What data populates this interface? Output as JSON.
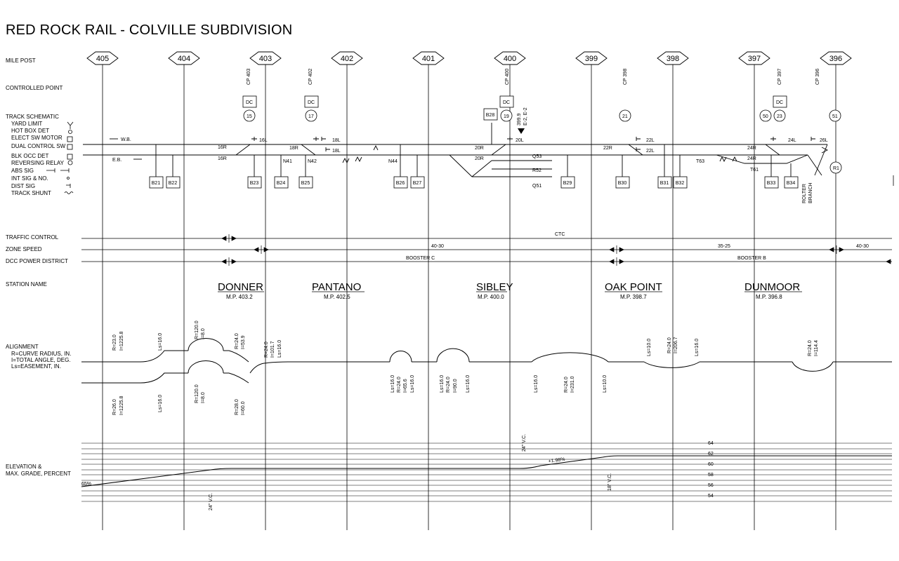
{
  "title": "RED ROCK RAIL - COLVILLE SUBDIVISION",
  "row_labels": {
    "mile_post": "MILE POST",
    "controlled_point": "CONTROLLED POINT",
    "track_schematic": "TRACK SCHEMATIC",
    "yard_limit": "YARD LIMIT",
    "hot_box": "HOT BOX DET",
    "elect_sw": "ELECT SW MOTOR",
    "dual_control": "DUAL CONTROL SW",
    "blk_occ": "BLK OCC DET",
    "reversing": "REVERSING RELAY",
    "abs_sig": "ABS SIG",
    "int_sig": "INT SIG & NO.",
    "dist_sig": "DIST SIG",
    "track_shunt": "TRACK SHUNT",
    "traffic_control": "TRAFFIC CONTROL",
    "zone_speed": "ZONE SPEED",
    "dcc_power": "DCC POWER DISTRICT",
    "station_name": "STATION NAME",
    "alignment": "ALIGNMENT",
    "alignment_r": "R=CURVE RADIUS, IN.",
    "alignment_i": "I=TOTAL ANGLE, DEG.",
    "alignment_ls": "Ls=EASEMENT, IN.",
    "elevation": "ELEVATION &",
    "max_grade": "MAX. GRADE, PERCENT"
  },
  "mileposts": [
    "405",
    "404",
    "403",
    "402",
    "401",
    "400",
    "399",
    "398",
    "397",
    "396"
  ],
  "controlled_points": [
    "CP 403",
    "CP 402",
    "CP 400",
    "CP 398",
    "CP 397",
    "CP 396"
  ],
  "dc_label": "DC",
  "signals": [
    "15",
    "17",
    "19",
    "21",
    "23",
    "50",
    "51"
  ],
  "relay": "R1",
  "direction": {
    "wb": "W.B.",
    "eb": "E.B."
  },
  "switches": [
    "16R",
    "16R",
    "16L",
    "18R",
    "18L",
    "18L",
    "20R",
    "20R",
    "20L",
    "22R",
    "22L",
    "22L",
    "24R",
    "24R",
    "24L",
    "26L"
  ],
  "blocks": [
    "B21",
    "B22",
    "B23",
    "B24",
    "B25",
    "B26",
    "B27",
    "B28",
    "B29",
    "B30",
    "B31",
    "B32",
    "B33",
    "B34"
  ],
  "tracks": [
    "N41",
    "N42",
    "N44",
    "Q53",
    "R52",
    "Q51",
    "T63",
    "T61"
  ],
  "hotbox_note": "399.9",
  "hotbox_note2": "E-2, E-2",
  "branch": {
    "line1": "ROLTER",
    "line2": "BRANCH"
  },
  "traffic_control": "CTC",
  "zone_speeds": [
    "40-30",
    "35-25",
    "40-30"
  ],
  "power_districts": [
    "BOOSTER C",
    "BOOSTER B"
  ],
  "stations": [
    {
      "name": "DONNER",
      "mp": "M.P. 403.2"
    },
    {
      "name": "PANTANO",
      "mp": "M.P. 402.5"
    },
    {
      "name": "SIBLEY",
      "mp": "M.P. 400.0"
    },
    {
      "name": "OAK POINT",
      "mp": "M.P. 398.7"
    },
    {
      "name": "DUNMOOR",
      "mp": "M.P. 396.8"
    }
  ],
  "alignment_labels": {
    "a1r": "R=23.0",
    "a1i": "I=1225.8",
    "a2": "Ls=16.0",
    "a3r": "R=120.0",
    "a3i": "I=8.0",
    "a4r": "R=24.0",
    "a4i": "I=53.9",
    "a5r": "R=24.0",
    "a5i": "I=101.7",
    "a5l": "Ls=16.0",
    "b1r": "R=26.0",
    "b1i": "I=1225.8",
    "b2": "Ls=16.0",
    "b3r": "R=120.0",
    "b3i": "I=8.0",
    "b4r": "R=28.0",
    "b4i": "I=60.0",
    "c1l": "Ls=16.0",
    "c1r": "R=24.0",
    "c1i": "I=65.6",
    "c1m": "Ls=16.0",
    "c2l": "Ls=16.0",
    "c2r": "R=24.0",
    "c2i": "I=90.0",
    "c2m": "Ls=16.0",
    "c3l": "Ls=16.0",
    "c3r": "R=24.0",
    "c3i": "I=231.0",
    "c3m": "Ls=10.0",
    "d1l": "Ls=10.0",
    "d1r": "R=24.0",
    "d1i": "I=206.7",
    "d1m": "Ls=16.0",
    "d2r": "R=24.0",
    "d2i": "I=114.4"
  },
  "elevation_values": [
    "64",
    "62",
    "60",
    "58",
    "56",
    "54"
  ],
  "grade_labels": {
    "left": "65%",
    "mid": "+1.98%",
    "vc1": "24\" V.C.",
    "vc2": "24\" V.C.",
    "vc3": "18\" V.C."
  }
}
